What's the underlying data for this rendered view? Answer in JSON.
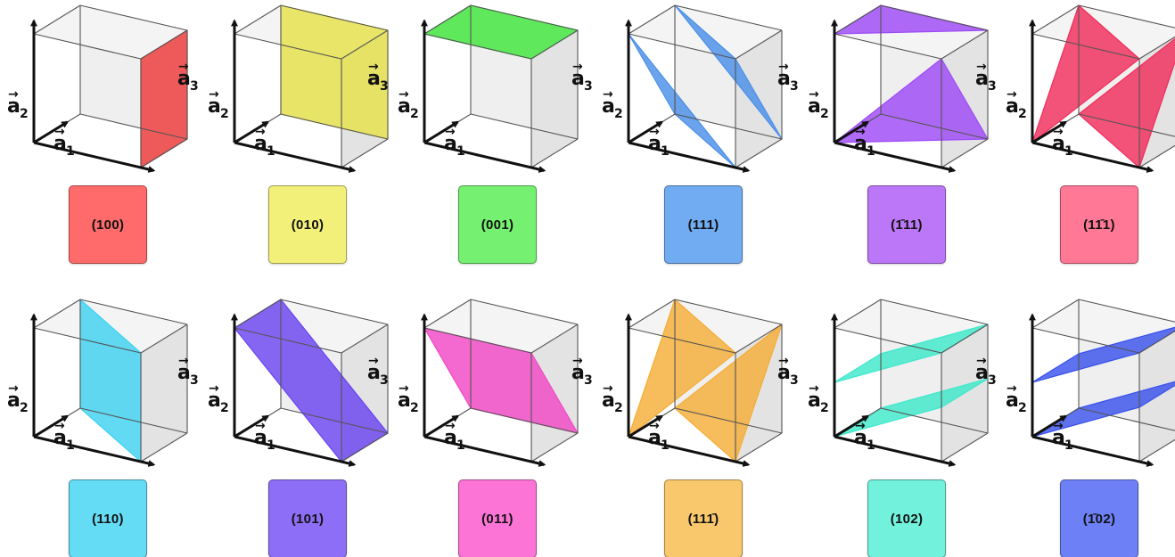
{
  "axes": {
    "a1": "a",
    "a1_index": "1",
    "a2": "a",
    "a2_index": "2",
    "a3": "a",
    "a3_index": "3",
    "vector_arrow": "→"
  },
  "planes": [
    {
      "label": "(100)",
      "color": "#ff6b6b",
      "fill": "#f03c3c",
      "shape": "p100"
    },
    {
      "label": "(010)",
      "color": "#f3f07a",
      "fill": "#e6e24a",
      "shape": "p010"
    },
    {
      "label": "(001)",
      "color": "#75f070",
      "fill": "#3ee53a",
      "shape": "p001"
    },
    {
      "label": "(111)",
      "color": "#71acf2",
      "fill": "#4a8fe8",
      "shape": "p111"
    },
    {
      "label": "(1̄11)",
      "color": "#bb77f7",
      "fill": "#9e4af5",
      "shape": "pm111"
    },
    {
      "label": "(11̄1)",
      "color": "#ff7896",
      "fill": "#f02d5c",
      "shape": "p1m11"
    },
    {
      "label": "(110)",
      "color": "#64dcf6",
      "fill": "#3fd2f2",
      "shape": "p110"
    },
    {
      "label": "(101)",
      "color": "#8d6ef7",
      "fill": "#6a44f0",
      "shape": "p101"
    },
    {
      "label": "(011)",
      "color": "#fc75d6",
      "fill": "#f248c5",
      "shape": "p011"
    },
    {
      "label": "(111̄)",
      "color": "#fac86c",
      "fill": "#f5ad37",
      "shape": "p11m1"
    },
    {
      "label": "(102)",
      "color": "#72f2dc",
      "fill": "#3ee8cb",
      "shape": "p102"
    },
    {
      "label": "(1̄02)",
      "color": "#6d80f6",
      "fill": "#3a52ec",
      "shape": "pm102"
    }
  ]
}
